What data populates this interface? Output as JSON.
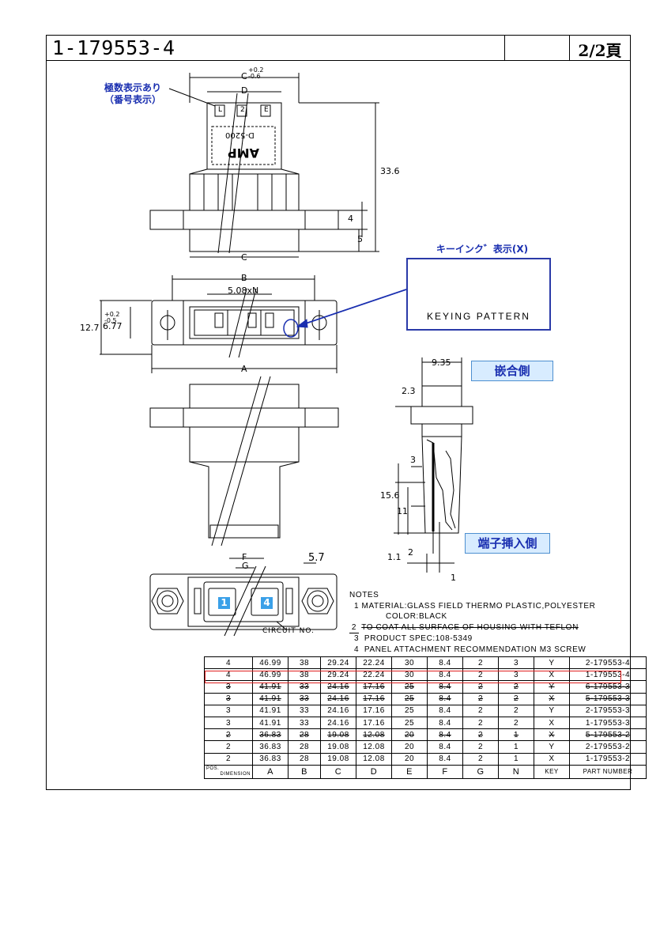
{
  "header": {
    "part_number": "1-179553-4",
    "page": "2/2頁"
  },
  "labels": {
    "count_display_1": "極数表示あり",
    "count_display_2": "（番号表示）",
    "keying_display": "キーインク゛表示(X)",
    "keying_pattern": "KEYING PATTERN",
    "mating_side": "嵌合側",
    "terminal_side": "端子挿入側",
    "circuit_no": "CIRCUIT NO.",
    "circuit_1": "1",
    "circuit_4": "4",
    "housing_mark": "AMP",
    "housing_code": "D-5200"
  },
  "dimensions": {
    "c_tol_plus": "+0.2",
    "c_tol_minus": "-0.6",
    "d": "D",
    "c": "C",
    "h_33_6": "33.6",
    "h_4": "4",
    "h_5": "5",
    "b": "B",
    "pitch": "5.08xN",
    "t_tol_plus": "+0.2",
    "t_tol_minus": "-0.5",
    "h_12_7": "12.7",
    "h_6_77": "6.77",
    "a": "A",
    "w_9_35": "9.35",
    "w_2_3": "2.3",
    "w_3": "3",
    "h_15_6": "15.6",
    "h_11": "11",
    "w_2": "2",
    "w_1_1": "1.1",
    "w_1": "1",
    "f": "F",
    "g": "G",
    "w_5_7": "5.7",
    "pin_labels": [
      "L",
      "2",
      "E"
    ]
  },
  "notes": {
    "heading": "NOTES",
    "n1": "1 MATERIAL:GLASS FIELD THERMO PLASTIC,POLYESTER",
    "n1b": "COLOR:BLACK",
    "n2": "TO COAT ALL SURFACE OF HOUSING WITH TEFLON",
    "n2_mark": "2",
    "n3": "3  PRODUCT SPEC:108-5349",
    "n4": "4  PANEL ATTACHMENT RECOMMENDATION M3 SCREW"
  },
  "table": {
    "rows": [
      {
        "cells": [
          "4",
          "46.99",
          "38",
          "29.24",
          "22.24",
          "30",
          "8.4",
          "2",
          "3",
          "Y",
          "2-179553-4"
        ],
        "struck": false,
        "highlight": false
      },
      {
        "cells": [
          "4",
          "46.99",
          "38",
          "29.24",
          "22.24",
          "30",
          "8.4",
          "2",
          "3",
          "X",
          "1-179553-4"
        ],
        "struck": false,
        "highlight": true
      },
      {
        "cells": [
          "3",
          "41.91",
          "33",
          "24.16",
          "17.16",
          "25",
          "8.4",
          "2",
          "2",
          "Y",
          "6-179553-3"
        ],
        "struck": true,
        "highlight": false
      },
      {
        "cells": [
          "3",
          "41.91",
          "33",
          "24.16",
          "17.16",
          "25",
          "8.4",
          "2",
          "2",
          "X",
          "5-179553-3"
        ],
        "struck": true,
        "highlight": false
      },
      {
        "cells": [
          "3",
          "41.91",
          "33",
          "24.16",
          "17.16",
          "25",
          "8.4",
          "2",
          "2",
          "Y",
          "2-179553-3"
        ],
        "struck": false,
        "highlight": false
      },
      {
        "cells": [
          "3",
          "41.91",
          "33",
          "24.16",
          "17.16",
          "25",
          "8.4",
          "2",
          "2",
          "X",
          "1-179553-3"
        ],
        "struck": false,
        "highlight": false
      },
      {
        "cells": [
          "2",
          "36.83",
          "28",
          "19.08",
          "12.08",
          "20",
          "8.4",
          "2",
          "1",
          "X",
          "5-179553-2"
        ],
        "struck": true,
        "highlight": false
      },
      {
        "cells": [
          "2",
          "36.83",
          "28",
          "19.08",
          "12.08",
          "20",
          "8.4",
          "2",
          "1",
          "Y",
          "2-179553-2"
        ],
        "struck": false,
        "highlight": false
      },
      {
        "cells": [
          "2",
          "36.83",
          "28",
          "19.08",
          "12.08",
          "20",
          "8.4",
          "2",
          "1",
          "X",
          "1-179553-2"
        ],
        "struck": false,
        "highlight": false
      }
    ],
    "footer_pos": "POS.",
    "footer_dimension": "DIMENSION",
    "headers": [
      "A",
      "B",
      "C",
      "D",
      "E",
      "F",
      "G",
      "N",
      "KEY",
      "PART NUMBER"
    ]
  },
  "colors": {
    "line": "#000000",
    "blue_label": "#1a2fb0",
    "box_fill": "#d8ecff",
    "highlight": "#e02020",
    "circuit": "#3aa0e8"
  }
}
